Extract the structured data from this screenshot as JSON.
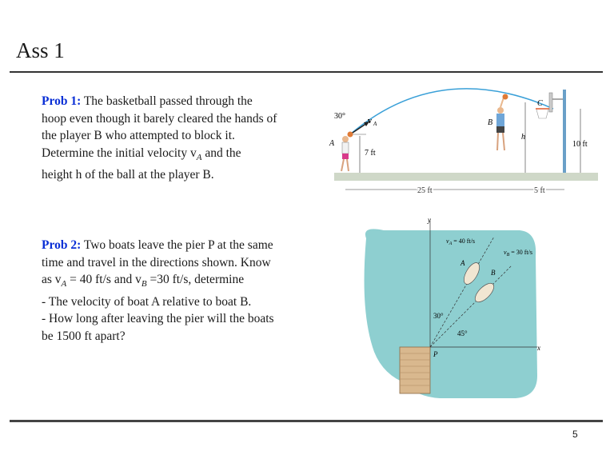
{
  "title": "Ass 1",
  "page_number": "5",
  "prob1": {
    "label": "Prob 1:",
    "lines": [
      "The basketball passed through the",
      "hoop even though it barely cleared the hands of",
      "the player B who attempted to block it.",
      "Determine the initial velocity v",
      "height h of the ball at the player B."
    ],
    "line4_sub": "A",
    "line4_tail": " and the",
    "figure": {
      "angle": "30°",
      "label_A": "A",
      "label_B": "B",
      "label_C": "C",
      "label_vA": "v",
      "label_vA_sub": "A",
      "label_h": "h",
      "dim_7ft": "7 ft",
      "dim_10ft": "10 ft",
      "dim_25ft": "25 ft",
      "dim_5ft": "5 ft"
    }
  },
  "prob2": {
    "label": "Prob 2:",
    "line1": "Two boats leave the pier P at the same",
    "line2": "time and travel in the directions shown. Know",
    "line3_a": "as v",
    "line3_sub_a": "A",
    "line3_b": " = 40 ft/s and v",
    "line3_sub_b": "B",
    "line3_c": " =30 ft/s, determine",
    "line4": "- The velocity of boat A relative to boat B.",
    "line5": "- How long after leaving the pier will the boats",
    "line6": "be 1500 ft apart?",
    "figure": {
      "vA_text": "v",
      "vA_sub": "A",
      "vA_val": " = 40 ft/s",
      "vB_text": "v",
      "vB_sub": "B",
      "vB_val": " = 30 ft/s",
      "label_A": "A",
      "label_B": "B",
      "label_P": "P",
      "angle30": "30°",
      "angle45": "45°",
      "axis_x": "x",
      "axis_y": "y"
    }
  },
  "colors": {
    "label_blue": "#0a2fd6",
    "water": "#8ecfd0",
    "trajectory": "#3aa0d8",
    "dock": "#d9b88e"
  }
}
